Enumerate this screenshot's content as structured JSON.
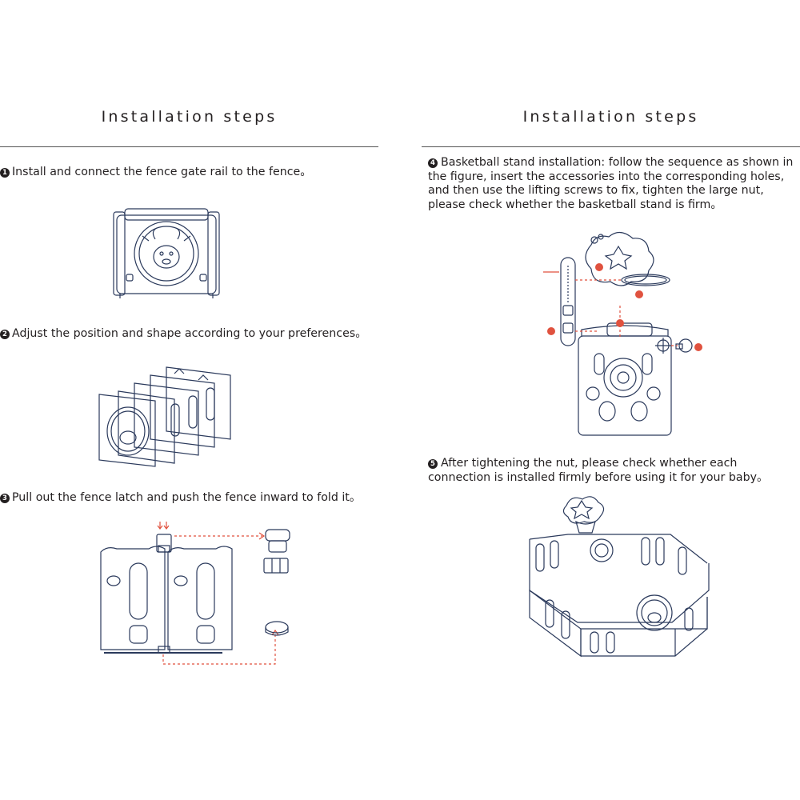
{
  "left": {
    "heading": "Installation steps",
    "steps": [
      {
        "number": "1",
        "text": "Install and connect the fence gate rail to the fence。"
      },
      {
        "number": "2",
        "text": "Adjust the position and shape according to your preferences。"
      },
      {
        "number": "3",
        "text": "Pull out the fence latch and push the fence inward to fold it。"
      }
    ]
  },
  "right": {
    "heading": "Installation steps",
    "steps": [
      {
        "number": "4",
        "text": "Basketball stand installation: follow the sequence as shown in the figure, insert the accessories into the corresponding holes, and then use the lifting screws to fix, tighten the large nut, please check whether the basketball stand is firm。"
      },
      {
        "number": "5",
        "text": "After tightening the nut, please check whether each connection is installed firmly before using it for your baby。"
      }
    ]
  },
  "colors": {
    "text": "#231f20",
    "line_art": "#2b3a5c",
    "accent": "#e0523f",
    "rule": "#555555"
  },
  "figures": {
    "fig1": "fence-gate-rail-illustration",
    "fig2": "folded-fence-panels-illustration",
    "fig3": "fence-latch-detail-illustration",
    "fig4": "basketball-stand-exploded-illustration",
    "fig5": "assembled-playpen-illustration"
  }
}
